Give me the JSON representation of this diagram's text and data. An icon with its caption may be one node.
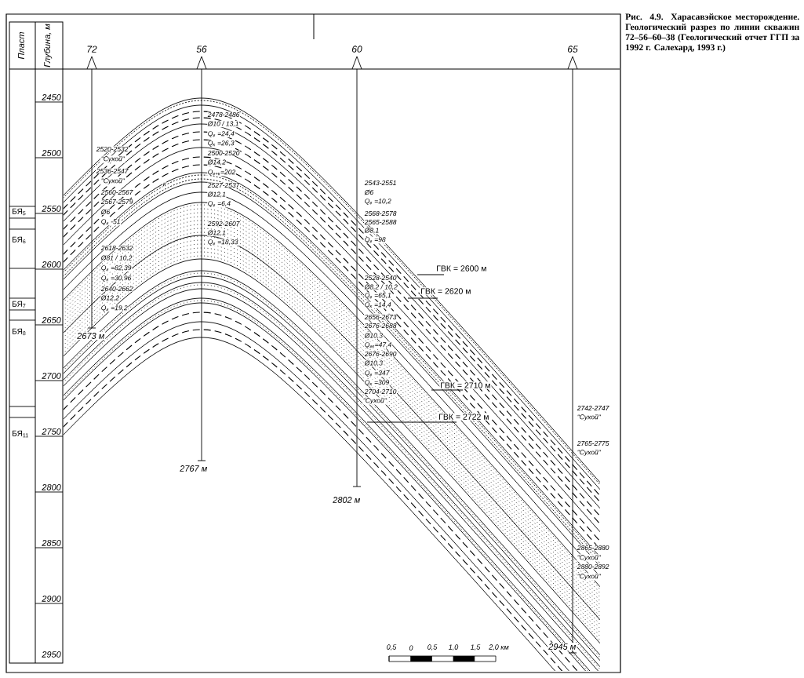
{
  "diagram": {
    "caption": "Рис. 4.9. Харасавэйское месторождение. Геологический разрез по линии скважин 72–56–60–38 (Геологический отчет ГГП за 1992 г. Салехард, 1993 г.)",
    "labels": [
      "Пласт",
      "Глубина, м",
      "2450",
      "2500",
      "2550",
      "2600",
      "2650",
      "2700",
      "2750",
      "2800",
      "2850",
      "2900",
      "2950",
      "БЯ$_{5}$",
      "БЯ$_{6}$",
      "БЯ$_{7}$",
      "БЯ$_{8}$",
      "БЯ$_{11}$",
      "72",
      "56",
      "60",
      "65",
      "2520-2532",
      "\"Сухой\"",
      "2536-2547",
      "\"Сухой\"",
      "2560-2567",
      "2567-2579",
      "Ø6",
      "Q$_{г}$ -51",
      "2618-2632",
      "Ø81 / 10,2",
      "Q$_{г}$ =82,39",
      "Q$_{к}$ =30,96",
      "2640-2662",
      "Ø12,2",
      "Q$_{г}$ =19,2",
      "2673 м",
      "к",
      "2478-2486",
      "Ø10 / 13,1",
      "Q$_{г}$ =24,4",
      "Q$_{к}$ =26,3",
      "2500-2520",
      "Ø14,2",
      "Q$_{г+к}$=202",
      "2527-2537",
      "Ø12,1",
      "Q$_{г}$ =6,4",
      "2592-2607",
      "Ø12,1",
      "Q$_{г}$ =18,33",
      "2767 м",
      "2543-2551",
      "Ø6",
      "Q$_{г}$ =10,2",
      "2568-2578",
      "2565-2588",
      "Ø8,1",
      "Q$_{г}$ =98",
      "2528-2540",
      "Ø8,2 / 10,2",
      "Q$_{г}$ =65,1",
      "Q$_{к}$ =14,4",
      "2656-2673",
      "2676-2688",
      "Ø10,3",
      "Q$_{гк}$=47,4",
      "2676-2690",
      "Ø10,3",
      "Q$_{г}$ =347",
      "Q$_{к}$ =309",
      "2704-2710",
      "\"Сухой\"",
      "2802 м",
      "ГВК = 2600 м",
      "ГВК = 2620 м",
      "ГВК = 2710 м",
      "ГВК = 2722 м",
      "2742-2747",
      "\"Сухой\"",
      "2765-2775",
      "\"Сухой\"",
      "2865-2880",
      "\"Сухой\"",
      "2880-2892",
      "\"Сухой\"",
      "0,5",
      "0",
      "0,5",
      "1,0",
      "1,5",
      "2,0 км",
      "2945 м"
    ]
  }
}
